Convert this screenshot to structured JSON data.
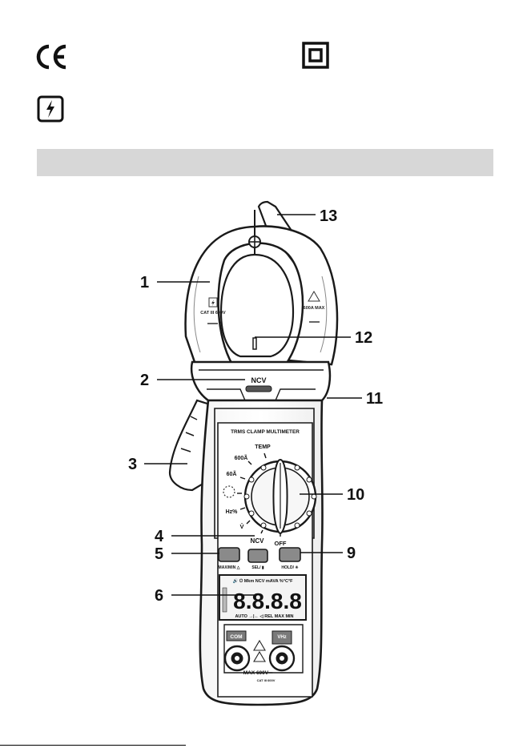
{
  "symbols": {
    "ce": "CE",
    "double_insulation": "double-insulation-icon",
    "high_voltage": "high-voltage-icon"
  },
  "diagram": {
    "callouts": [
      "1",
      "2",
      "3",
      "4",
      "5",
      "6",
      "9",
      "10",
      "11",
      "12",
      "13"
    ],
    "jaw_left_marking": "CAT III 600V",
    "jaw_right_marking": "600A MAX",
    "ncv_label": "NCV",
    "brand_text": "TRMS CLAMP MULTIMETER",
    "dial": {
      "temp": "TEMP",
      "a600": "600Ã",
      "a60": "60Ã",
      "hz": "Hz%",
      "v": "V̄",
      "ncv": "NCV",
      "off": "OFF"
    },
    "buttons": {
      "maxmin": "MAX/MIN △",
      "sel": "SEL/ ▮",
      "hold": "HOLD/ ✳"
    },
    "lcd": {
      "top_row": "🔊 ⏻ Mkm NCV mAVA %°C°F",
      "digits": "8.8.8.8",
      "bottom_row": "AUTO →|← ◁ REL MAX MIN"
    },
    "terminals": {
      "com": "COM",
      "vhz": "VHz"
    },
    "max_label": "MAX 600V⎓",
    "cat_label": "CAT III 600V"
  },
  "colors": {
    "grey_bar": "#d7d7d7",
    "outline": "#1a1a1a",
    "body_fill": "#ffffff",
    "button_fill": "#8a8a8a",
    "lcd_fill": "#f4f4f4"
  }
}
